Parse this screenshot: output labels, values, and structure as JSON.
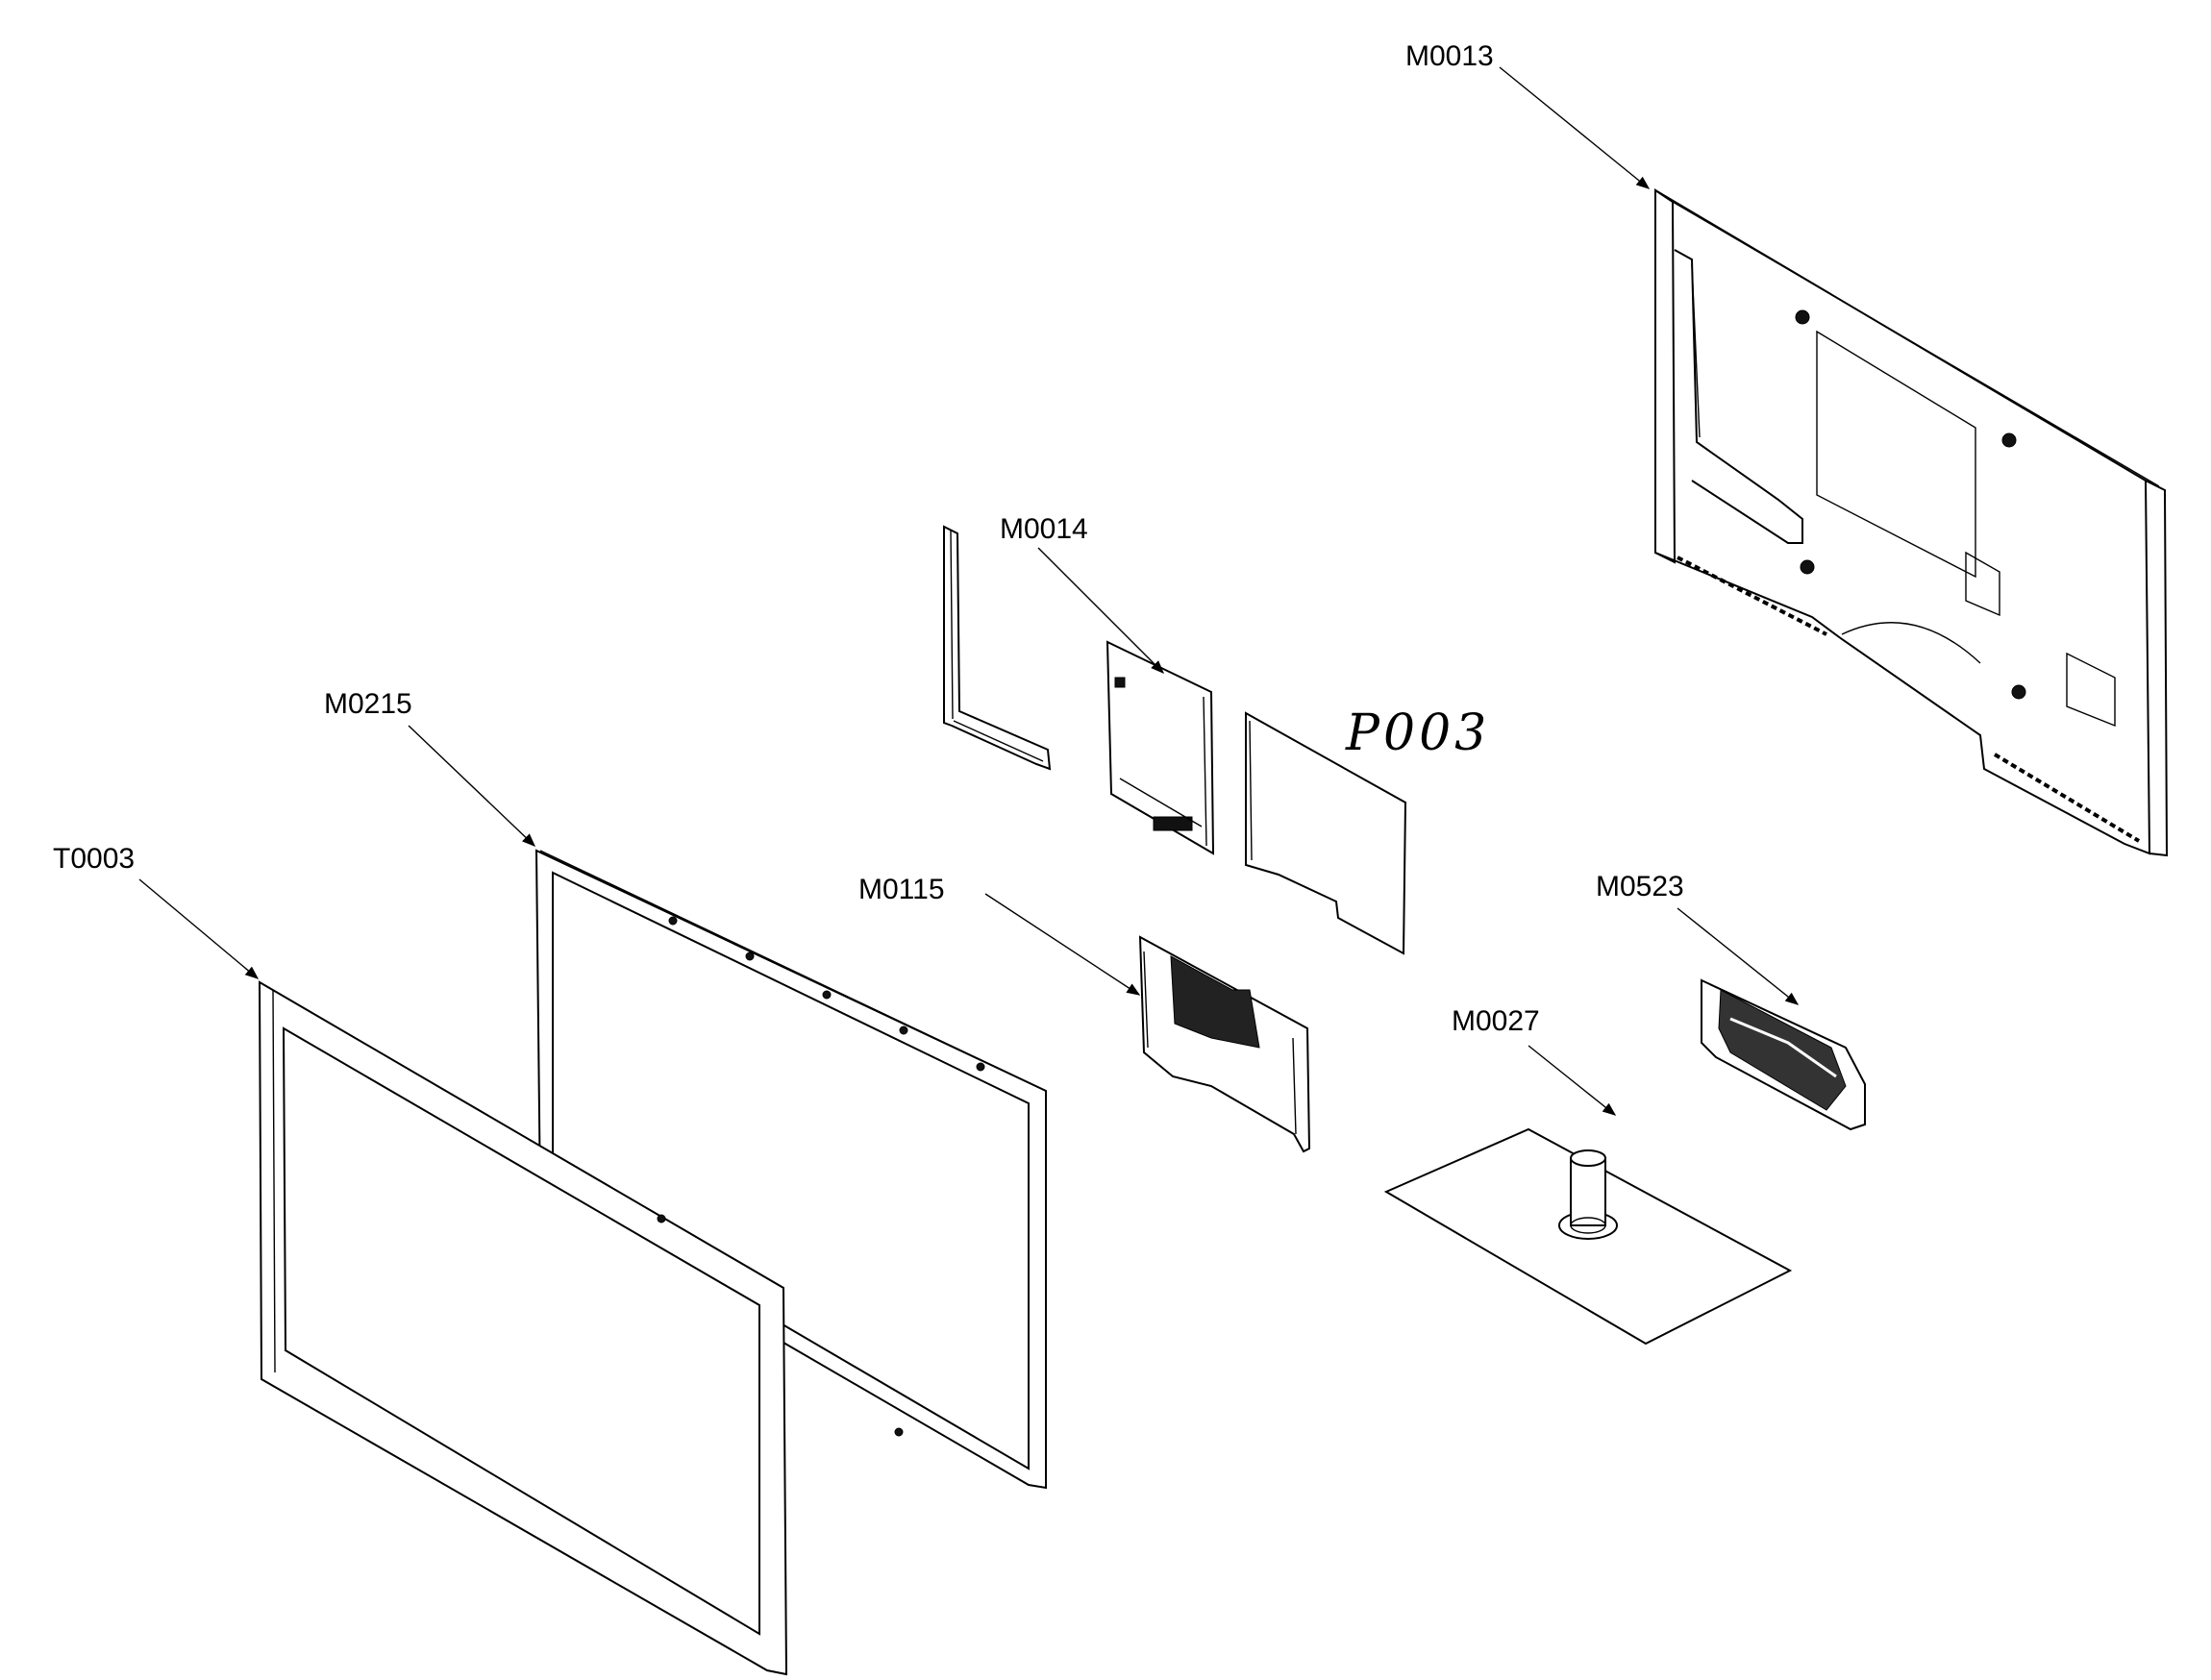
{
  "labels": {
    "front_bezel": "T0003",
    "panel_frame": "M0215",
    "small_board": "M0014",
    "pcb_board": "P003",
    "bracket": "M0115",
    "rear_cover": "M0013",
    "stand_neck": "M0523",
    "stand_base": "M0027"
  }
}
